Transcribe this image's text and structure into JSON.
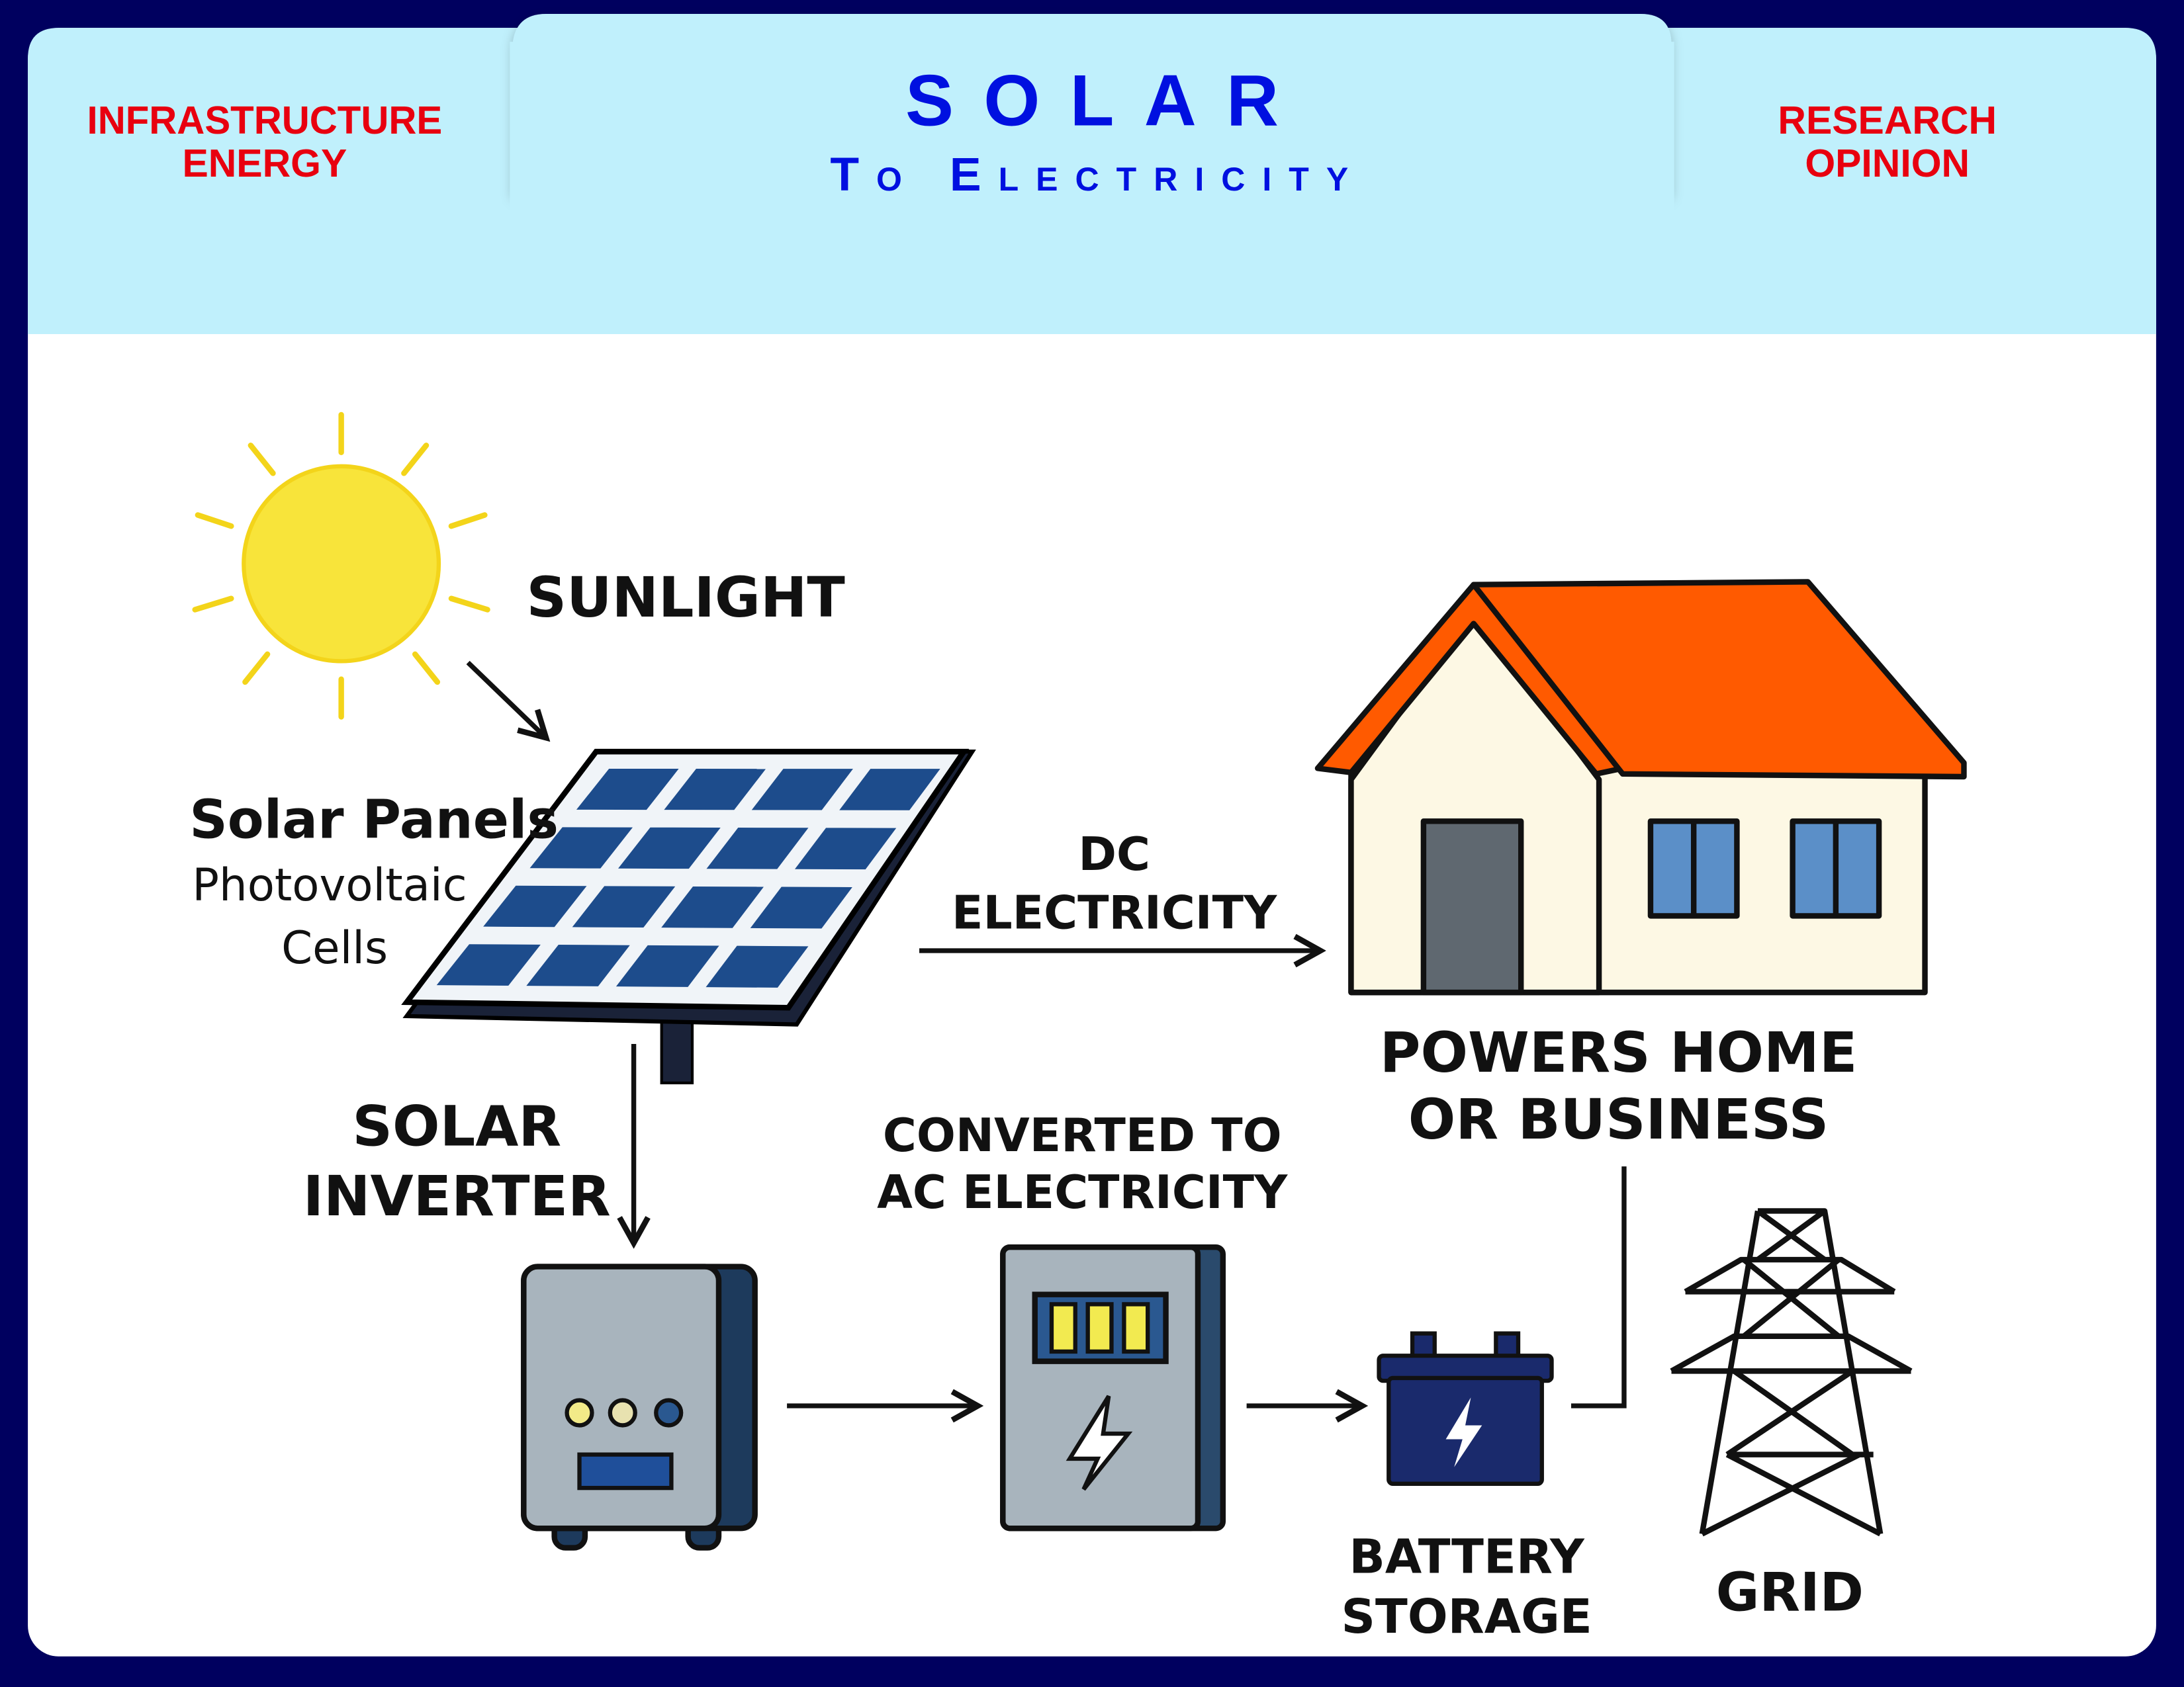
{
  "header": {
    "left": [
      "INFRASTRUCTURE",
      "ENERGY"
    ],
    "title": "SOLAR",
    "subtitle": "To Electricity",
    "right": [
      "RESEARCH",
      "OPINION"
    ]
  },
  "diagram": {
    "sunlight": "SUNLIGHT",
    "panels_title": "Solar Panels",
    "panels_sub": [
      "Photovoltaic",
      "Cells"
    ],
    "dc": [
      "DC",
      "ELECTRICITY"
    ],
    "home": [
      "POWERS HOME",
      "OR BUSINESS"
    ],
    "inverter": [
      "SOLAR",
      "INVERTER"
    ],
    "converted": [
      "CONVERTED TO",
      "AC ELECTRICITY"
    ],
    "battery": [
      "BATTERY",
      "STORAGE"
    ],
    "grid": "GRID"
  },
  "colors": {
    "frame": "#00005f",
    "header_bg": "#c0f0fc",
    "title": "#0010e0",
    "side_text": "#e8000f",
    "roof": "#ff5a00",
    "sun": "#f8e43a"
  }
}
